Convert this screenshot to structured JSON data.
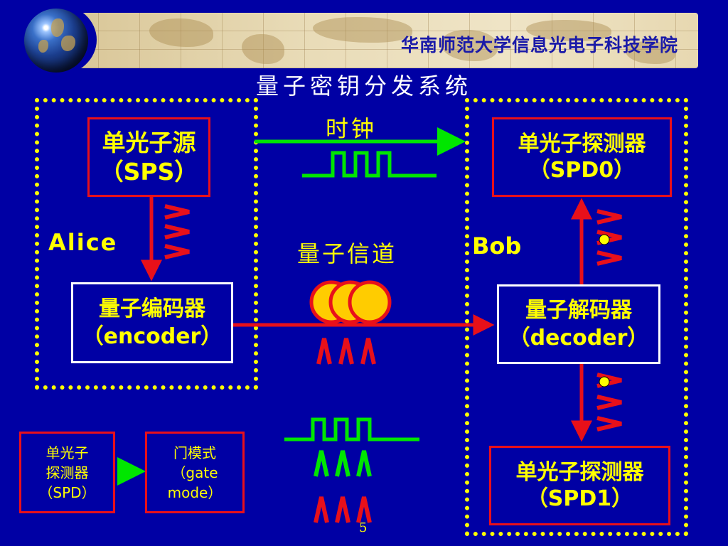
{
  "header": {
    "institute": "华南师范大学信息光电子科技学院"
  },
  "title": "量子密钥分发系统",
  "alice": {
    "label": "Alice",
    "source": {
      "line1": "单光子源",
      "line2": "（SPS）"
    },
    "encoder": {
      "line1": "量子编码器",
      "line2": "（encoder）"
    }
  },
  "bob": {
    "label": "Bob",
    "spd0": {
      "line1": "单光子探测器",
      "line2": "（SPD0）"
    },
    "decoder": {
      "line1": "量子解码器",
      "line2": "（decoder）"
    },
    "spd1": {
      "line1": "单光子探测器",
      "line2": "（SPD1）"
    }
  },
  "channel": {
    "clock_label": "时钟",
    "quantum_label": "量子信道"
  },
  "legend": {
    "spd": {
      "line1": "单光子",
      "line2": "探测器",
      "line3": "（SPD）"
    },
    "gate": {
      "line1": "门模式",
      "line2": "（gate",
      "line3": "mode）"
    }
  },
  "footer": {
    "page_number": "5"
  },
  "colors": {
    "background": "#0000a4",
    "text": "#ffff00",
    "box_border_red": "#e8101a",
    "clock_green": "#00e600",
    "frame_dotted": "#ffff00",
    "photon": "#ffcc00"
  }
}
